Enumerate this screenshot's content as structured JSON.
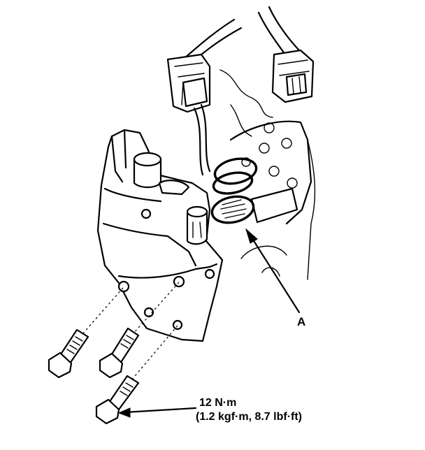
{
  "callout": {
    "label": "A"
  },
  "torque": {
    "line1": "12 N·m",
    "line2": "(1.2 kgf·m, 8.7 lbf·ft)"
  }
}
